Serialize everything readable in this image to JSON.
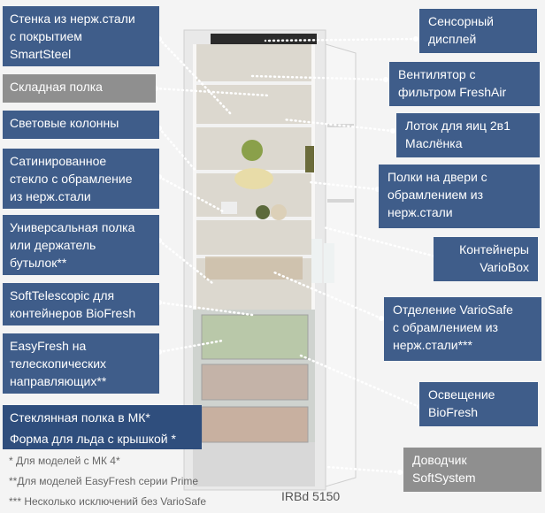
{
  "left_labels": [
    {
      "text": "Стенка из нерж.стали\nс покрытием\nSmartSteel"
    },
    {
      "text": "Складная полка"
    },
    {
      "text": "Световые колонны"
    },
    {
      "text": "Сатинированное\nстекло с обрамление\nиз нерж.стали"
    },
    {
      "text": "Универсальная полка\nили держатель\nбутылок**"
    },
    {
      "text": "SoftTelescopic для\nконтейнеров BioFresh"
    },
    {
      "text": "EasyFresh на\nтелескопических\nнаправляющих**"
    },
    {
      "text": "Стеклянная полка в МК*"
    },
    {
      "text": "Форма для льда с крышкой *"
    }
  ],
  "right_labels": [
    {
      "text": "Сенсорный\nдисплей"
    },
    {
      "text": "Вентилятор с\nфильтром FreshAir"
    },
    {
      "text": "Лоток для яиц 2в1\nМаслёнка"
    },
    {
      "text": "Полки на двери с\nобрамлением из\nнерж.стали"
    },
    {
      "text": "Контейнеры\nVarioBox"
    },
    {
      "text": "Отделение VarioSafe\nс обрамлением из\nнерж.стали***"
    },
    {
      "text": "Освещение\nBioFresh"
    },
    {
      "text": "Доводчик\nSoftSystem"
    }
  ],
  "footnotes": [
    "* Для моделей с МК 4*",
    "**Для моделей EasyFresh серии Prime",
    "*** Несколько исключений без VarioSafe"
  ],
  "model_name": "IRBd 5150",
  "colors": {
    "label_blue": "#3f5d8a",
    "label_gray": "#8f8f8f",
    "dotted_line": "#ffffff"
  }
}
